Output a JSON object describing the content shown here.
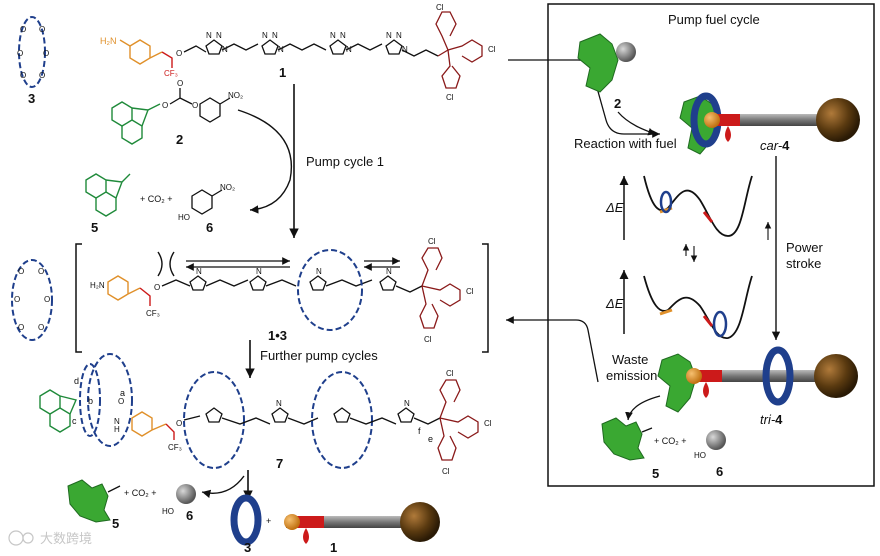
{
  "panel": {
    "title": "Pump fuel cycle",
    "reaction_label": "Reaction with fuel",
    "power_stroke": [
      "Power",
      "stroke"
    ],
    "waste_emission": [
      "Waste",
      "emission"
    ],
    "delta_e": "ΔE",
    "car_prefix": "car-",
    "tri_prefix": "tri-",
    "num4": "4"
  },
  "labels": {
    "pump_cycle_1": "Pump cycle 1",
    "further_pump_cycles": "Further pump cycles",
    "cmpd_1": "1",
    "cmpd_2": "2",
    "cmpd_3": "3",
    "cmpd_5": "5",
    "cmpd_6": "6",
    "cmpd_7": "7",
    "cmpd_13": "1•3",
    "co2_plus": "+ CO₂ +",
    "plus": "+",
    "nh2": "H₂N",
    "cf3": "CF₃",
    "no2": "NO₂",
    "ho": "HO",
    "o": "O",
    "cl": "Cl",
    "n": "N",
    "nh": "N",
    "h": "H",
    "site_a": "a",
    "site_b": "b",
    "site_c": "c",
    "site_d": "d",
    "site_e": "e",
    "site_f": "f"
  },
  "watermark": "大数跨境",
  "colors": {
    "ring_blue": "#1f3f8c",
    "green": "#3aa832",
    "orange": "#e0902a",
    "red": "#cc1a1a",
    "axle_grey": "#7a7a7a",
    "stopper_brown": "#5a3a10",
    "fluorene_green": "#1f8a3a",
    "trityl_red": "#8a1a1a"
  }
}
